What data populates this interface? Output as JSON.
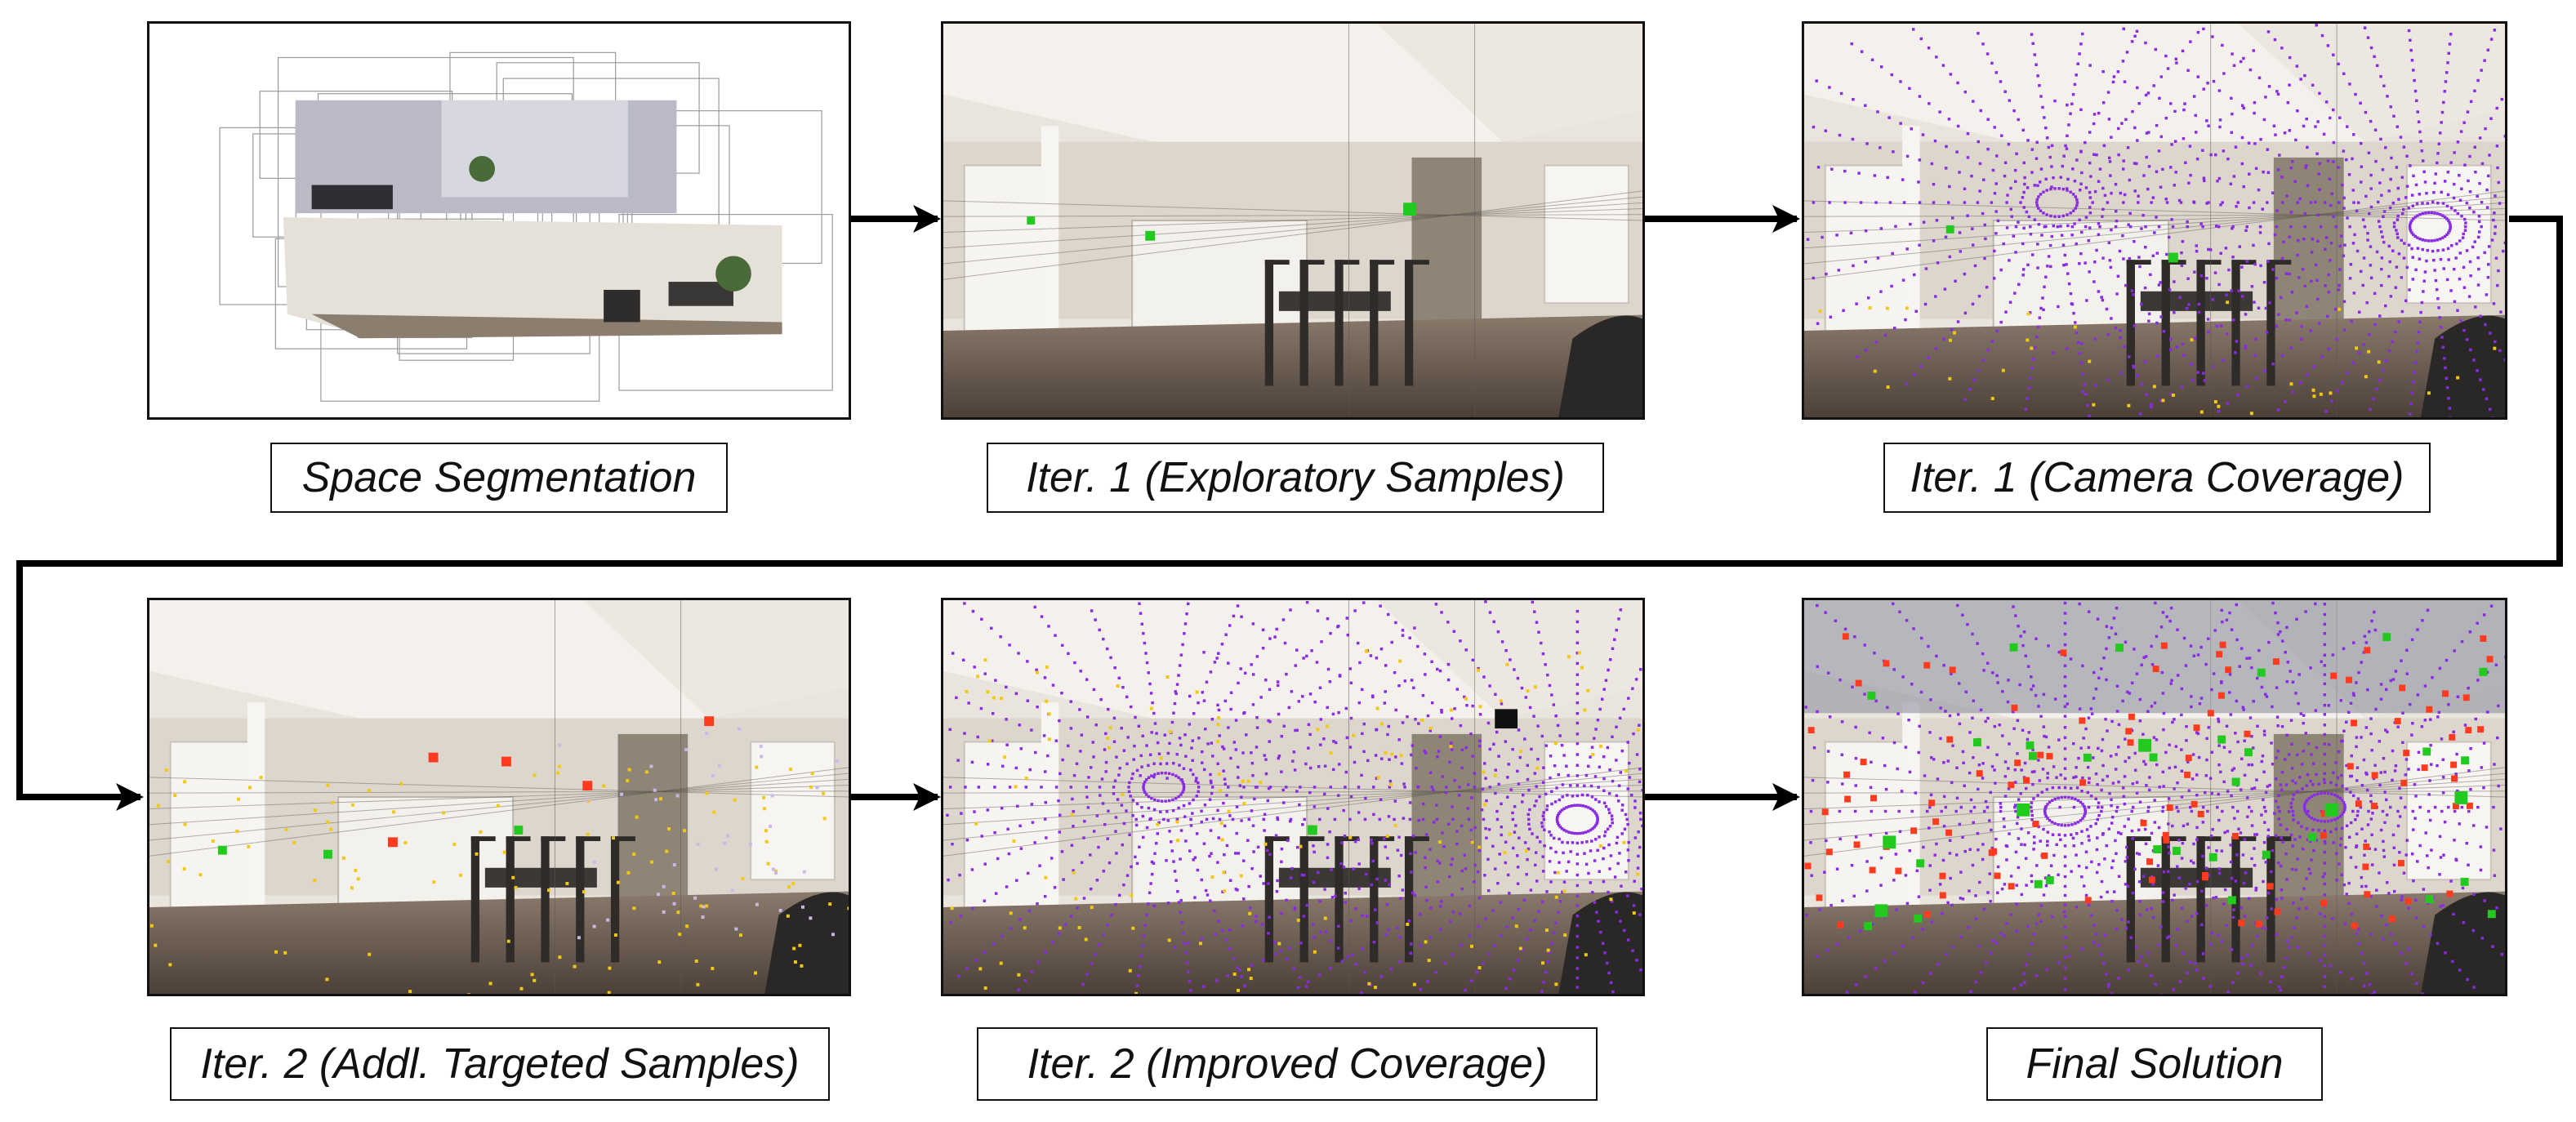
{
  "panels": [
    {
      "id": "p1",
      "caption": "Space Segmentation",
      "scene": "segmentation"
    },
    {
      "id": "p2",
      "caption": "Iter. 1 (Exploratory Samples)",
      "scene": "exploratory"
    },
    {
      "id": "p3",
      "caption": "Iter. 1 (Camera Coverage)",
      "scene": "coverage"
    },
    {
      "id": "p4",
      "caption": "Iter. 2 (Addl. Targeted Samples)",
      "scene": "targeted"
    },
    {
      "id": "p5",
      "caption": "Iter. 2 (Improved Coverage)",
      "scene": "improved"
    },
    {
      "id": "p6",
      "caption": "Final Solution",
      "scene": "final"
    }
  ],
  "colors": {
    "coverage_rays": "#8a2be2",
    "samples_yellow": "#f2c811",
    "samples_green": "#22c91e",
    "samples_red": "#ff3b1f",
    "arrow": "#000000"
  }
}
